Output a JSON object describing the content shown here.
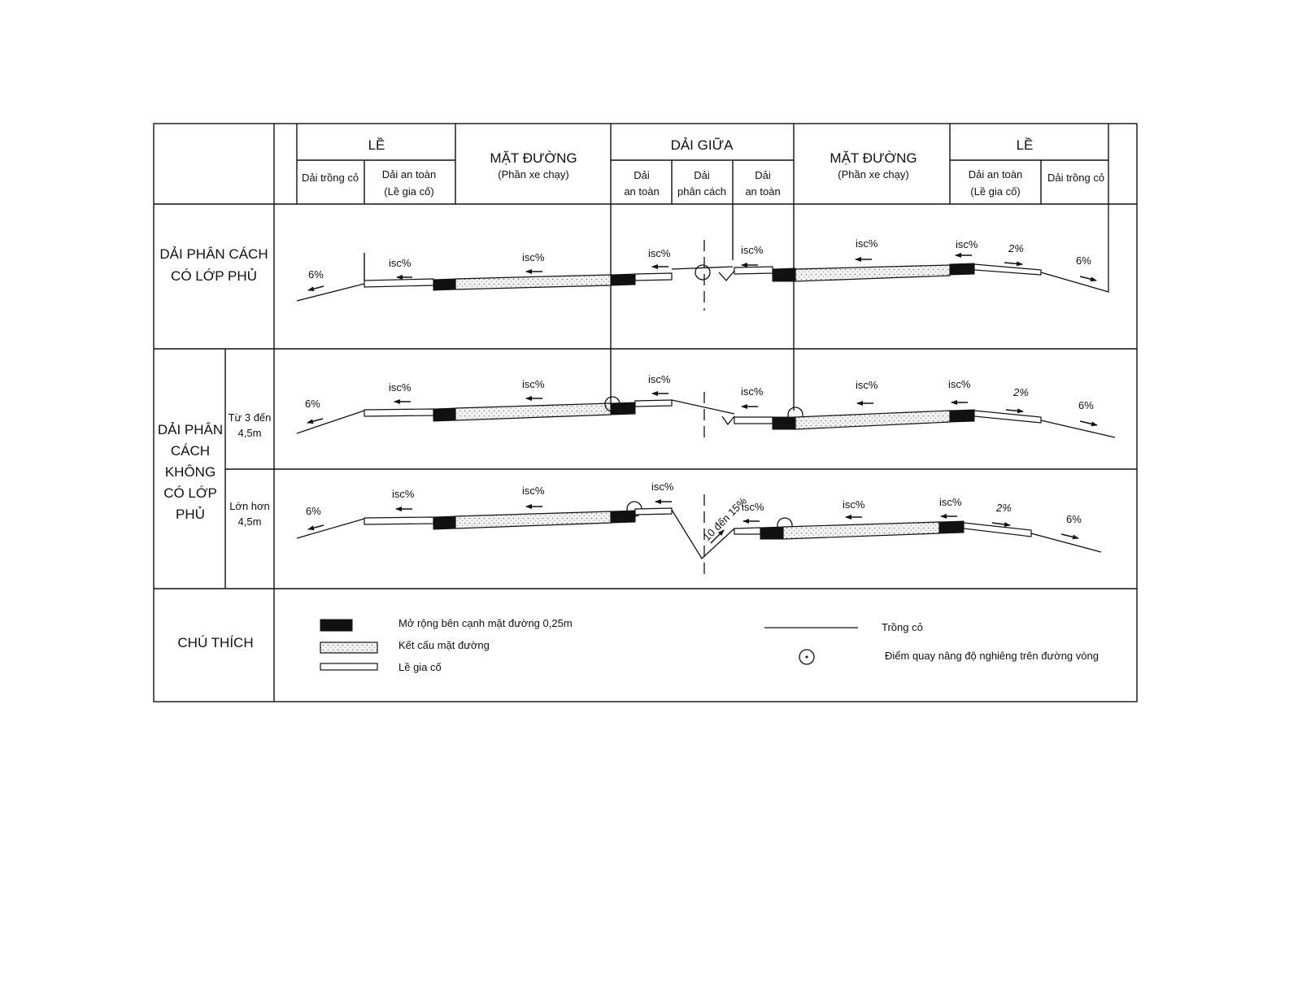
{
  "header": {
    "le": "LỀ",
    "mat_duong": "MẶT ĐƯỜNG",
    "phan_xe_chay": "(Phần xe chạy)",
    "dai_giua": "DẢI GIỮA",
    "dai_trong_co": "Dải trồng cỏ",
    "dai_an_toan": "Dải an toàn",
    "le_gia_co": "(Lề gia cố)",
    "dai": "Dải",
    "an_toan": "an toàn",
    "phan_cach": "phân cách"
  },
  "rows": {
    "covered_line1": "DẢI PHÂN CÁCH",
    "covered_line2": "CÓ LỚP PHỦ",
    "uncovered": [
      "DẢI PHÂN",
      "CÁCH",
      "KHÔNG",
      "CÓ LỚP",
      "PHỦ"
    ],
    "sub1": [
      "Từ 3 đến",
      "4,5m"
    ],
    "sub2": [
      "Lớn hơn",
      "4,5m"
    ],
    "legend_title": "CHÚ THÍCH"
  },
  "slopes": {
    "six": "6%",
    "isc": "isc%",
    "two": "2%",
    "ditch": "10 đến 15%"
  },
  "legend": {
    "ext_label": "Mở rộng bên cạnh mặt đường 0,25m",
    "pave_label": "Kết cấu mặt đường",
    "shoulder_label": "Lề gia cố",
    "grass_label": "Trồng cỏ",
    "pivot_label": "Điểm quay nâng độ nghiêng trên đường vòng"
  }
}
